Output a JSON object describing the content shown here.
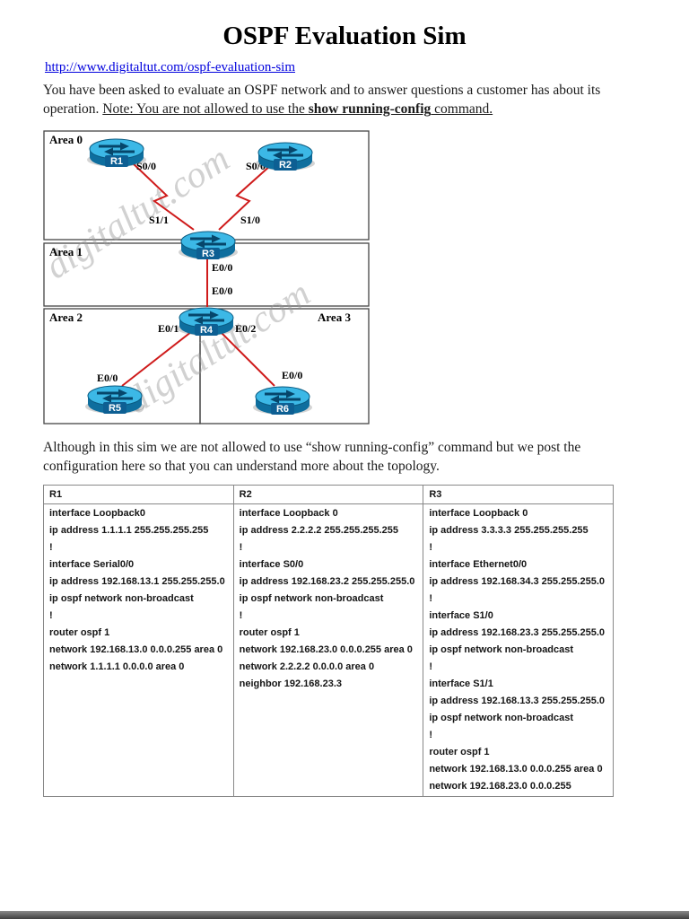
{
  "page": {
    "title": "OSPF Evaluation Sim",
    "link": "http://www.digitaltut.com/ospf-evaluation-sim",
    "intro_text": "You have been asked to evaluate an OSPF network and to answer questions a customer has about its operation. ",
    "note_prefix": "Note: You are not allowed to use the ",
    "note_bold": "show running-config",
    "note_suffix": " command.",
    "mid_paragraph": "Although in this sim we are not allowed to use “show running-config” command but we post the configuration here so that you can understand more about the topology."
  },
  "diagram": {
    "watermark": "digitaltut.com",
    "link_color": "#cf1b1b",
    "router_color": "#3cb8e6",
    "areas": [
      {
        "label": "Area 0"
      },
      {
        "label": "Area 1"
      },
      {
        "label": "Area 2"
      },
      {
        "label": "Area 3"
      }
    ],
    "routers": [
      {
        "name": "R1"
      },
      {
        "name": "R2"
      },
      {
        "name": "R3"
      },
      {
        "name": "R4"
      },
      {
        "name": "R5"
      },
      {
        "name": "R6"
      }
    ],
    "links": [
      {
        "from": "R1",
        "to": "R3",
        "from_if": "S0/0",
        "to_if": "S1/1"
      },
      {
        "from": "R2",
        "to": "R3",
        "from_if": "S0/0",
        "to_if": "S1/0"
      },
      {
        "from": "R3",
        "to": "R4",
        "from_if": "E0/0",
        "to_if": "E0/0"
      },
      {
        "from": "R4",
        "to": "R5",
        "from_if": "E0/1",
        "to_if": "E0/0"
      },
      {
        "from": "R4",
        "to": "R6",
        "from_if": "E0/2",
        "to_if": "E0/0"
      }
    ]
  },
  "config_table": {
    "columns": [
      {
        "header": "R1",
        "lines": [
          "interface Loopback0",
          "ip address 1.1.1.1 255.255.255.255",
          "!",
          "interface Serial0/0",
          "ip address 192.168.13.1 255.255.255.0",
          "ip ospf network non-broadcast",
          "!",
          "router ospf 1",
          "network 192.168.13.0 0.0.0.255 area 0",
          "network 1.1.1.1 0.0.0.0 area 0"
        ]
      },
      {
        "header": "R2",
        "lines": [
          "interface Loopback 0",
          "ip address 2.2.2.2 255.255.255.255",
          "!",
          "interface S0/0",
          "ip address 192.168.23.2 255.255.255.0",
          "ip ospf network non-broadcast",
          "!",
          "router ospf 1",
          "network 192.168.23.0 0.0.0.255 area 0",
          "network 2.2.2.2 0.0.0.0 area 0",
          "neighbor 192.168.23.3"
        ]
      },
      {
        "header": "R3",
        "lines": [
          "interface Loopback 0",
          "ip address 3.3.3.3 255.255.255.255",
          "!",
          "interface Ethernet0/0",
          "ip address 192.168.34.3 255.255.255.0",
          "!",
          "interface S1/0",
          "ip address 192.168.23.3 255.255.255.0",
          "ip ospf network non-broadcast",
          "!",
          "interface S1/1",
          "ip address 192.168.13.3 255.255.255.0",
          "ip ospf network non-broadcast",
          "!",
          "router ospf 1",
          "network 192.168.13.0 0.0.0.255 area 0",
          "network 192.168.23.0 0.0.0.255"
        ]
      }
    ]
  }
}
